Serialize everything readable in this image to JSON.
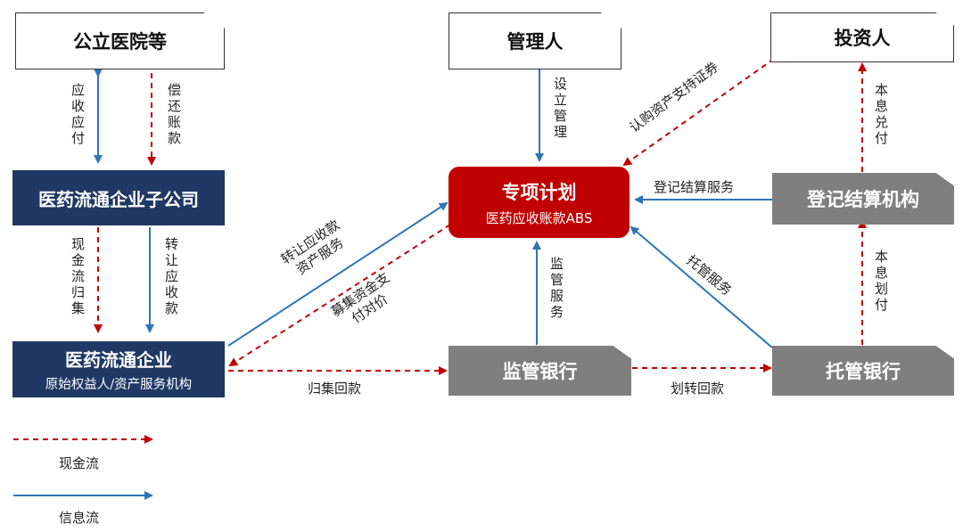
{
  "nodes": {
    "hospital": "公立医院等",
    "manager": "管理人",
    "investor": "投资人",
    "subsidiary": "医药流通企业子公司",
    "plan_title": "专项计划",
    "plan_subtitle": "医药应收账款ABS",
    "registry": "登记结算机构",
    "enterprise_title": "医药流通企业",
    "enterprise_subtitle": "原始权益人/资产服务机构",
    "supervising_bank": "监管银行",
    "custodian_bank": "托管银行"
  },
  "flows": {
    "receivables_payable": "应收应付",
    "repay_accounts": "偿还账款",
    "setup_manage": "设立管理",
    "subscribe": "认购资产支持证券",
    "principal_interest_pay": "本息兑付",
    "registry_service": "登记结算服务",
    "cash_collection": "现金流归集",
    "transfer_receivables": "转让应收款",
    "transfer_receivables_service_line1": "转让应收款",
    "transfer_receivables_service_line2": "资产服务",
    "raise_funds_line1": "募集资金支",
    "raise_funds_line2": "付对价",
    "supervision_service": "监管服务",
    "custody_service": "托管服务",
    "principal_interest_transfer": "本息划付",
    "collect_payment": "归集回款",
    "transfer_payment": "划转回款"
  },
  "legend": {
    "cash_flow": "现金流",
    "info_flow": "信息流"
  },
  "colors": {
    "navy": "#1f3864",
    "red": "#c00000",
    "gray": "#7f7f7f",
    "info_arrow": "#2e75b6",
    "cash_arrow": "#c00000"
  }
}
